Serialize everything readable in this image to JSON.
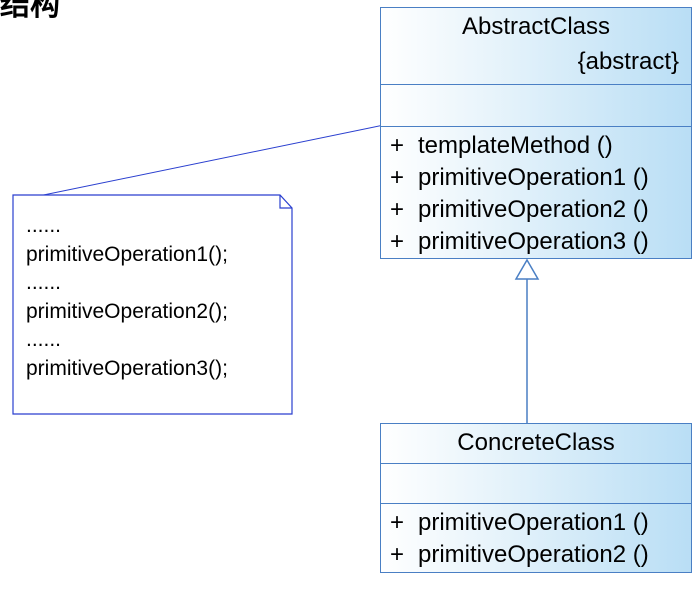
{
  "heading": "结构",
  "abstract_class": {
    "name": "AbstractClass",
    "stereotype": "{abstract}",
    "operations": [
      {
        "visibility": "+",
        "name": "templateMethod ()"
      },
      {
        "visibility": "+",
        "name": "primitiveOperation1 ()"
      },
      {
        "visibility": "+",
        "name": "primitiveOperation2 ()"
      },
      {
        "visibility": "+",
        "name": "primitiveOperation3 ()"
      }
    ]
  },
  "concrete_class": {
    "name": "ConcreteClass",
    "operations": [
      {
        "visibility": "+",
        "name": "primitiveOperation1 ()"
      },
      {
        "visibility": "+",
        "name": "primitiveOperation2 ()"
      }
    ]
  },
  "note": {
    "lines": [
      "......",
      "primitiveOperation1();",
      "......",
      "primitiveOperation2();",
      "......",
      "primitiveOperation3();"
    ]
  },
  "colors": {
    "line": "#4a7fc4",
    "note_border": "#2a3fcf",
    "class_fill_light": "#e8f4fb",
    "class_fill_dark": "#b9def5"
  }
}
